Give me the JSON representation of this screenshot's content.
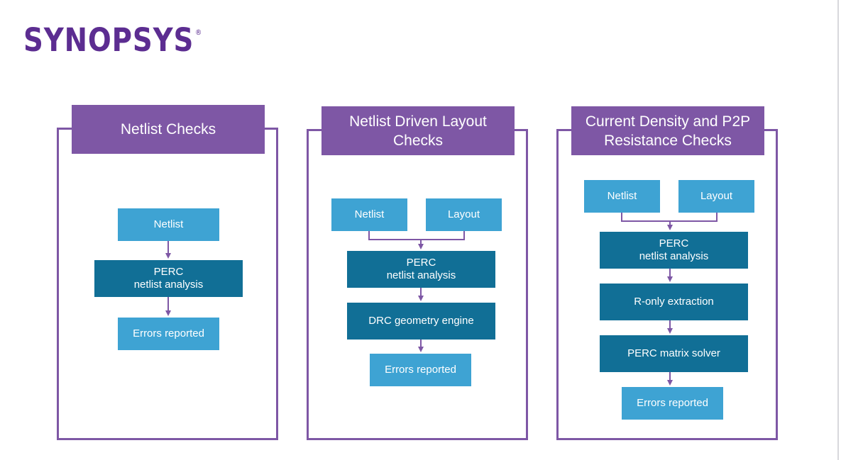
{
  "logo": {
    "text": "SYNOPSYS",
    "registered": "®"
  },
  "colors": {
    "purple": "#7e57a5",
    "brand": "#5c2d91",
    "light_blue": "#3ea3d3",
    "dark_blue": "#116f96",
    "arrow": "#7e57a5"
  },
  "panels": [
    {
      "title": "Netlist Checks",
      "steps": [
        "Netlist",
        "PERC\nnetlist analysis",
        "Errors reported"
      ]
    },
    {
      "title": "Netlist Driven Layout\nChecks",
      "inputs": [
        "Netlist",
        "Layout"
      ],
      "steps": [
        "PERC\nnetlist analysis",
        "DRC geometry engine",
        "Errors reported"
      ]
    },
    {
      "title": "Current Density and P2P\nResistance Checks",
      "inputs": [
        "Netlist",
        "Layout"
      ],
      "steps": [
        "PERC\nnetlist analysis",
        "R-only extraction",
        "PERC matrix solver",
        "Errors reported"
      ]
    }
  ]
}
